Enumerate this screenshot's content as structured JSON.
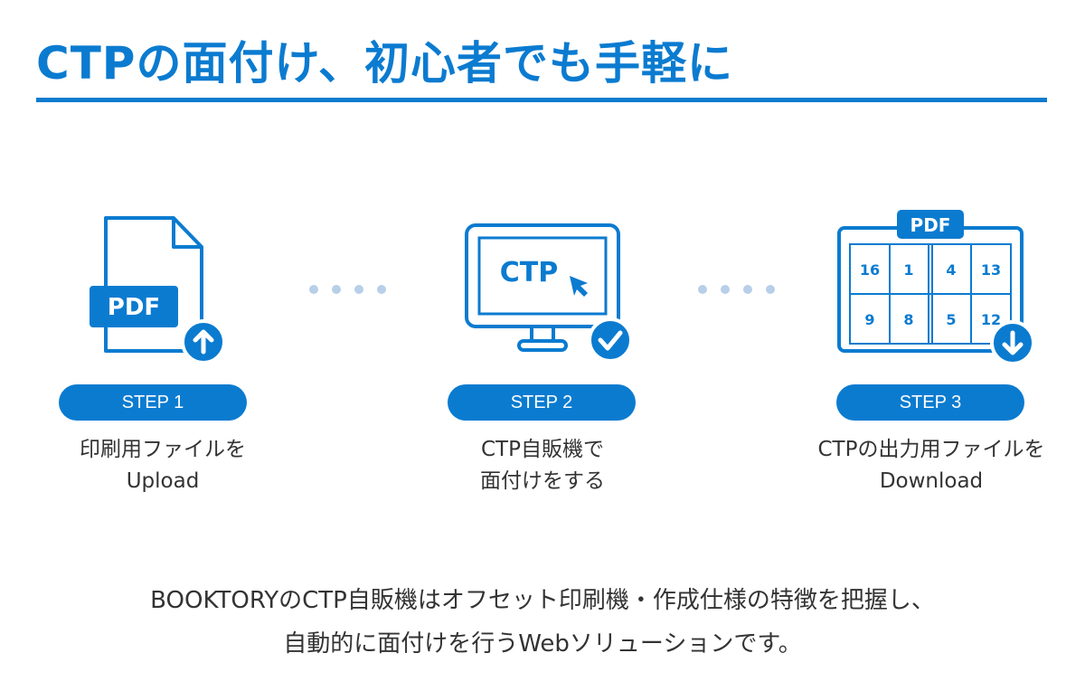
{
  "title": "CTPの面付け、初心者でも手軽に",
  "colors": {
    "accent": "#0b7bd0",
    "dots": "#b7cfe8",
    "text": "#333333"
  },
  "steps": [
    {
      "label": "STEP 1",
      "line1": "印刷用ファイルを",
      "line2": "Upload",
      "icon": "pdf-upload-icon",
      "badge_text": "PDF"
    },
    {
      "label": "STEP 2",
      "line1": "CTP自販機で",
      "line2": "面付けをする",
      "icon": "monitor-ctp-icon",
      "screen_text": "CTP"
    },
    {
      "label": "STEP 3",
      "line1": "CTPの出力用ファイルを",
      "line2": "Download",
      "icon": "pdf-imposition-download-icon",
      "badge_text": "PDF",
      "page_numbers": [
        "16",
        "1",
        "4",
        "13",
        "9",
        "8",
        "5",
        "12"
      ]
    }
  ],
  "footer": {
    "line1": "BOOKTORYのCTP自販機はオフセット印刷機・作成仕様の特徴を把握し、",
    "line2": "自動的に面付けを行うWebソリューションです。"
  }
}
